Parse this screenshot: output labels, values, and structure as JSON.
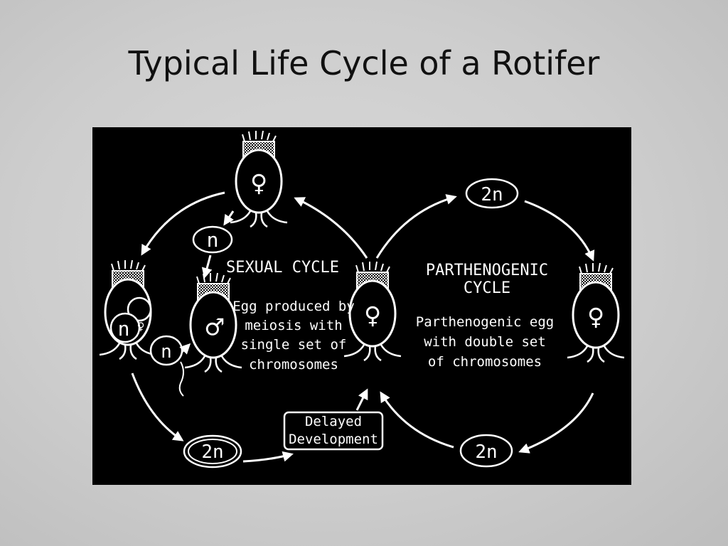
{
  "slide": {
    "title": "Typical Life Cycle of a Rotifer"
  },
  "diagram": {
    "sexual_cycle_label": "SEXUAL CYCLE",
    "parthenogenic_label_line1": "PARTHENOGENIC",
    "parthenogenic_label_line2": "CYCLE",
    "sexual_note": [
      "Egg produced by",
      "meiosis with",
      "single set of",
      "chromosomes"
    ],
    "parthenogenic_note": [
      "Parthenogenic egg",
      "with double set",
      "of chromosomes"
    ],
    "delayed_box": [
      "Delayed",
      "Development"
    ],
    "eggs": {
      "n_top": "n",
      "n_side": "n",
      "n_inside": "n",
      "resting_2n": "2n",
      "parth_top_2n": "2n",
      "parth_bottom_2n": "2n"
    },
    "symbols": {
      "female": "♀",
      "male": "♂"
    },
    "colors": {
      "panel": "#000000",
      "ink": "#ffffff"
    }
  }
}
